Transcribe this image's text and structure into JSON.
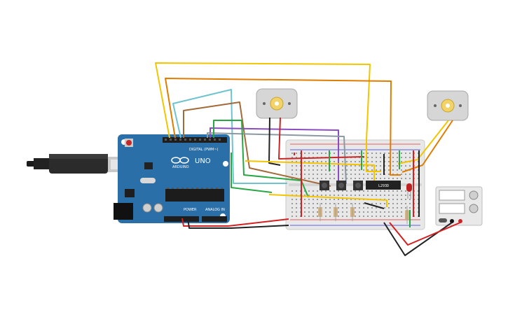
{
  "board": {
    "name": "UNO",
    "brand": "ARDUINO",
    "digital_label": "DIGITAL (PWM~)",
    "power_label": "POWER",
    "analog_label": "ANALOG IN",
    "color": "#2a6fa8"
  },
  "chip": {
    "label": "L293D"
  },
  "wire_colors": {
    "yellow": "#f2c500",
    "orange": "#e07c00",
    "lightblue": "#6ec3cf",
    "brown": "#a36a3a",
    "purple": "#8a4cc0",
    "green": "#27a844",
    "gray": "#8c99a3",
    "red": "#d42020",
    "black": "#222222"
  },
  "components": {
    "motors": 2,
    "push_buttons": 3,
    "resistors": 4,
    "led_color": "#c02020"
  }
}
